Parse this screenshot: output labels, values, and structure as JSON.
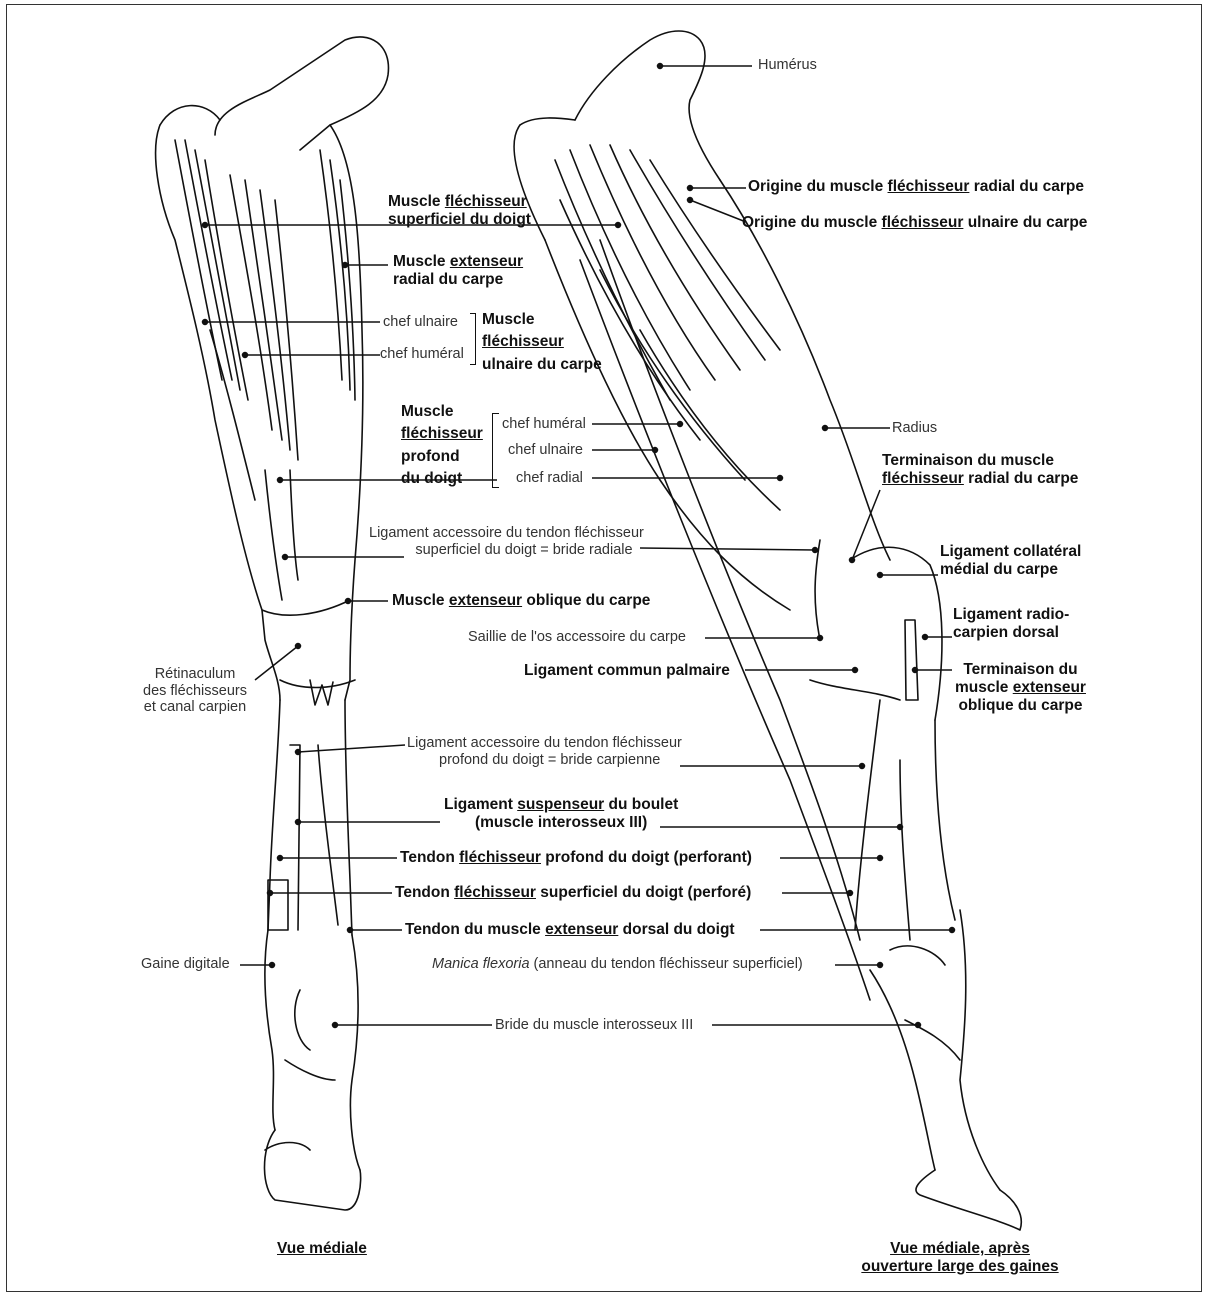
{
  "labels": {
    "humerus": "Humérus",
    "origine_radial_a": "Origine du muscle ",
    "origine_radial_u": "fléchisseur",
    "origine_radial_b": " radial du carpe",
    "origine_ulnaire_a": "Origine du muscle ",
    "origine_ulnaire_u": "fléchisseur",
    "origine_ulnaire_b": " ulnaire du carpe",
    "fsd_l1a": "Muscle ",
    "fsd_l1u": "fléchisseur",
    "fsd_l2": "superficiel du doigt",
    "erc_l1a": "Muscle ",
    "erc_l1u": "extenseur",
    "erc_l2": "radial du carpe",
    "chef_ulnaire": "chef ulnaire",
    "chef_humeral": "chef huméral",
    "fuc_l1": "Muscle",
    "fuc_l2u": "fléchisseur",
    "fuc_l3": "ulnaire du carpe",
    "fpd_l1": "Muscle",
    "fpd_l2u": "fléchisseur",
    "fpd_l3": "profond",
    "fpd_l4": "du doigt",
    "fpd_chef_humeral": "chef huméral",
    "fpd_chef_ulnaire": "chef ulnaire",
    "fpd_chef_radial": "chef radial",
    "radius": "Radius",
    "term_frc_l1": "Terminaison du muscle",
    "term_frc_l2u": "fléchisseur",
    "term_frc_l2b": " radial du carpe",
    "lig_acc_sup_l1": "Ligament accessoire du tendon fléchisseur",
    "lig_acc_sup_l2": "superficiel du doigt = bride radiale",
    "lig_coll_l1": "Ligament collatéral",
    "lig_coll_l2": "médial du carpe",
    "meoc_a": "Muscle ",
    "meoc_u": "extenseur",
    "meoc_b": " oblique du carpe",
    "lig_rc_l1": "Ligament radio-",
    "lig_rc_l2": "carpien dorsal",
    "saillie": "Saillie de l'os accessoire du carpe",
    "retinaculum_l1": "Rétinaculum",
    "retinaculum_l2": "des fléchisseurs",
    "retinaculum_l3": "et canal carpien",
    "lig_commun": "Ligament commun palmaire",
    "term_meoc_l1": "Terminaison du",
    "term_meoc_l2a": "muscle ",
    "term_meoc_l2u": "extenseur",
    "term_meoc_l3": "oblique du carpe",
    "lig_acc_prof_l1": "Ligament accessoire du tendon fléchisseur",
    "lig_acc_prof_l2": "profond du doigt = bride carpienne",
    "lig_susp_l1a": "Ligament ",
    "lig_susp_l1u": "suspenseur",
    "lig_susp_l1b": " du boulet",
    "lig_susp_l2": "(muscle interosseux III)",
    "tfpd_a": "Tendon ",
    "tfpd_u": "fléchisseur",
    "tfpd_b": " profond du doigt  (perforant)",
    "tfsd_a": "Tendon ",
    "tfsd_u": "fléchisseur",
    "tfsd_b": " superficiel du doigt  (perforé)",
    "tmed_a": "Tendon du muscle ",
    "tmed_u": "extenseur",
    "tmed_b": " dorsal du doigt",
    "gaine": "Gaine digitale",
    "manica_i": "Manica flexoria",
    "manica_b": " (anneau du tendon fléchisseur superficiel)",
    "bride_inter": "Bride du muscle interosseux III"
  },
  "captions": {
    "left": "Vue médiale",
    "right_l1": "Vue médiale, après",
    "right_l2": "ouverture large des gaines"
  }
}
